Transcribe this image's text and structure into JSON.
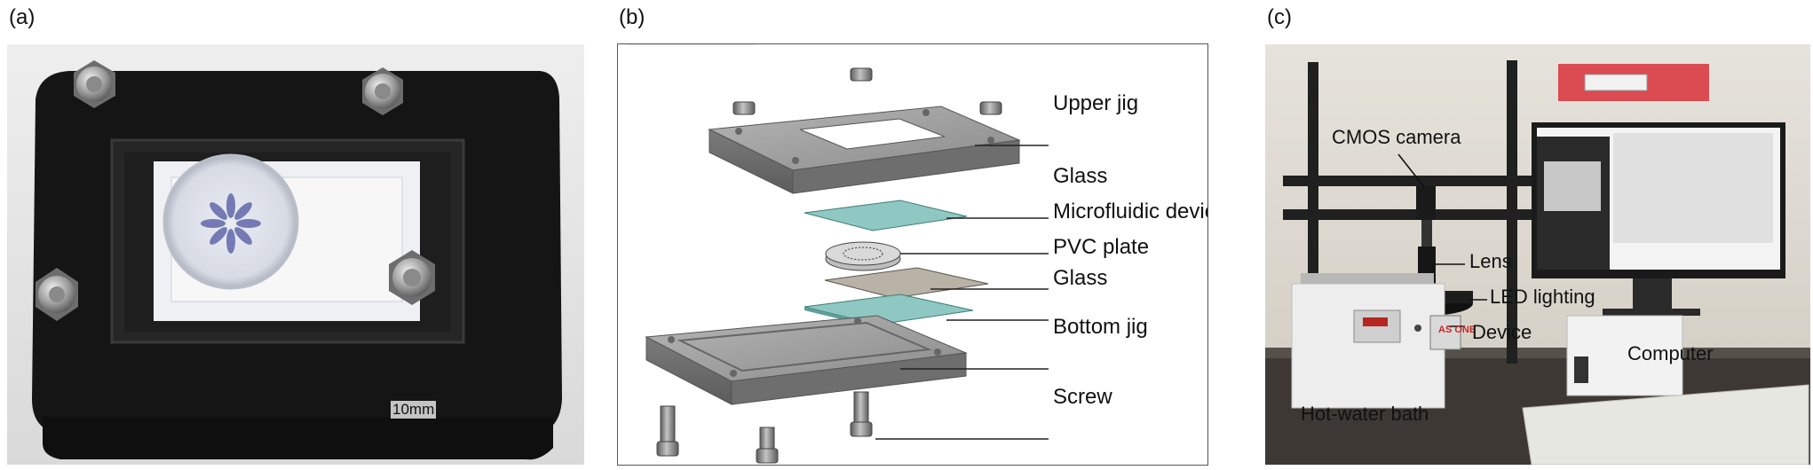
{
  "panels": {
    "a": {
      "label": "(a)",
      "scale_bar": "10mm"
    },
    "b": {
      "label": "(b)",
      "parts": [
        "Upper jig",
        "Glass",
        "Microfluidic device",
        "PVC plate",
        "Glass",
        "Bottom jig",
        "Screw"
      ]
    },
    "c": {
      "label": "(c)",
      "callouts": [
        "CMOS camera",
        "Lens",
        "LED lighting",
        "Device",
        "Computer",
        "Hot-water bath"
      ],
      "brand_logo": "AS ONE"
    }
  },
  "colors": {
    "jig": "#8e8e8e",
    "glass": "#8fc8c2",
    "pvc": "#b9b2a6",
    "frame": "#1b1b1b",
    "tape": "#d8303a"
  }
}
